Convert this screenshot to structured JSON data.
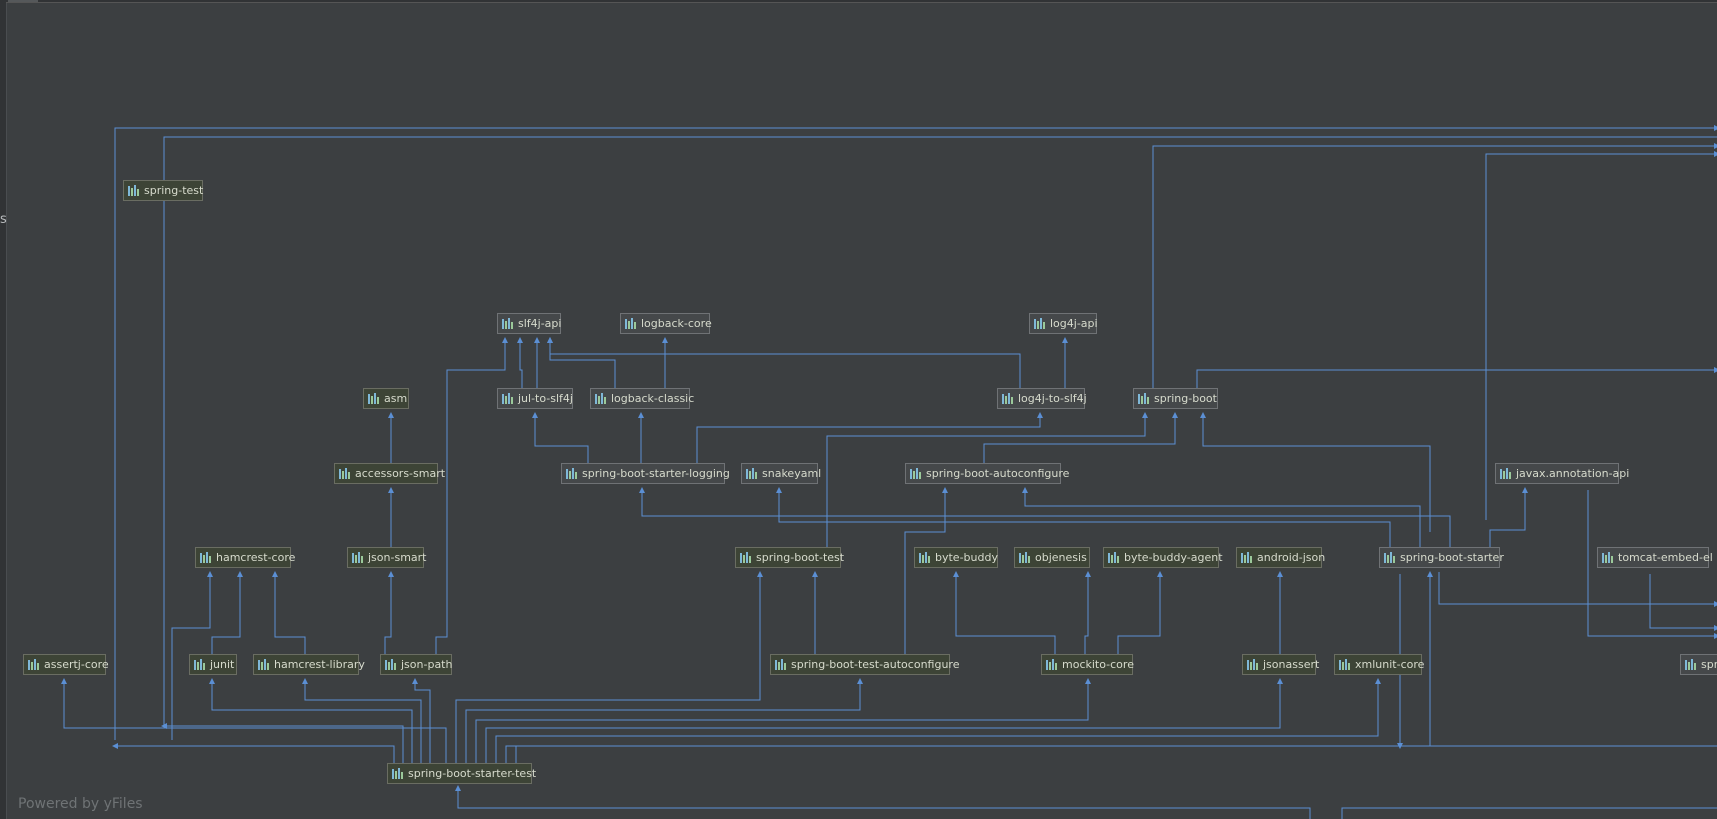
{
  "app": {
    "side_glyph": "s",
    "powered_by": "Powered by yFiles"
  },
  "colors": {
    "background": "#3c3f41",
    "edge": "#5b8fd4",
    "node_fill": "#3d4436",
    "node_text": "#d7dbcd"
  },
  "nodes": [
    {
      "id": "spring-test",
      "label": "spring-test",
      "gray": false
    },
    {
      "id": "slf4j-api",
      "label": "slf4j-api",
      "gray": true
    },
    {
      "id": "logback-core",
      "label": "logback-core",
      "gray": true
    },
    {
      "id": "log4j-api",
      "label": "log4j-api",
      "gray": true
    },
    {
      "id": "asm",
      "label": "asm",
      "gray": false
    },
    {
      "id": "jul-to-slf4j",
      "label": "jul-to-slf4j",
      "gray": true
    },
    {
      "id": "logback-classic",
      "label": "logback-classic",
      "gray": true
    },
    {
      "id": "log4j-to-slf4j",
      "label": "log4j-to-slf4j",
      "gray": true
    },
    {
      "id": "spring-boot",
      "label": "spring-boot",
      "gray": true
    },
    {
      "id": "accessors-smart",
      "label": "accessors-smart",
      "gray": false
    },
    {
      "id": "spring-boot-starter-logging",
      "label": "spring-boot-starter-logging",
      "gray": true
    },
    {
      "id": "snakeyaml",
      "label": "snakeyaml",
      "gray": true
    },
    {
      "id": "spring-boot-autoconfigure",
      "label": "spring-boot-autoconfigure",
      "gray": true
    },
    {
      "id": "javax-annotation-api",
      "label": "javax.annotation-api",
      "gray": true
    },
    {
      "id": "hamcrest-core",
      "label": "hamcrest-core",
      "gray": false
    },
    {
      "id": "json-smart",
      "label": "json-smart",
      "gray": false
    },
    {
      "id": "spring-boot-test",
      "label": "spring-boot-test",
      "gray": false
    },
    {
      "id": "byte-buddy",
      "label": "byte-buddy",
      "gray": false
    },
    {
      "id": "objenesis",
      "label": "objenesis",
      "gray": false
    },
    {
      "id": "byte-buddy-agent",
      "label": "byte-buddy-agent",
      "gray": false
    },
    {
      "id": "android-json",
      "label": "android-json",
      "gray": false
    },
    {
      "id": "spring-boot-starter",
      "label": "spring-boot-starter",
      "gray": true
    },
    {
      "id": "tomcat-embed-el",
      "label": "tomcat-embed-el",
      "gray": true
    },
    {
      "id": "assertj-core",
      "label": "assertj-core",
      "gray": false
    },
    {
      "id": "junit",
      "label": "junit",
      "gray": false
    },
    {
      "id": "hamcrest-library",
      "label": "hamcrest-library",
      "gray": false
    },
    {
      "id": "json-path",
      "label": "json-path",
      "gray": false
    },
    {
      "id": "spring-boot-test-autoconfigure",
      "label": "spring-boot-test-autoconfigure",
      "gray": false
    },
    {
      "id": "mockito-core",
      "label": "mockito-core",
      "gray": false
    },
    {
      "id": "jsonassert",
      "label": "jsonassert",
      "gray": false
    },
    {
      "id": "xmlunit-core",
      "label": "xmlunit-core",
      "gray": false
    },
    {
      "id": "spr-partial",
      "label": "spr",
      "gray": true
    },
    {
      "id": "spring-boot-starter-test",
      "label": "spring-boot-starter-test",
      "gray": false
    }
  ]
}
